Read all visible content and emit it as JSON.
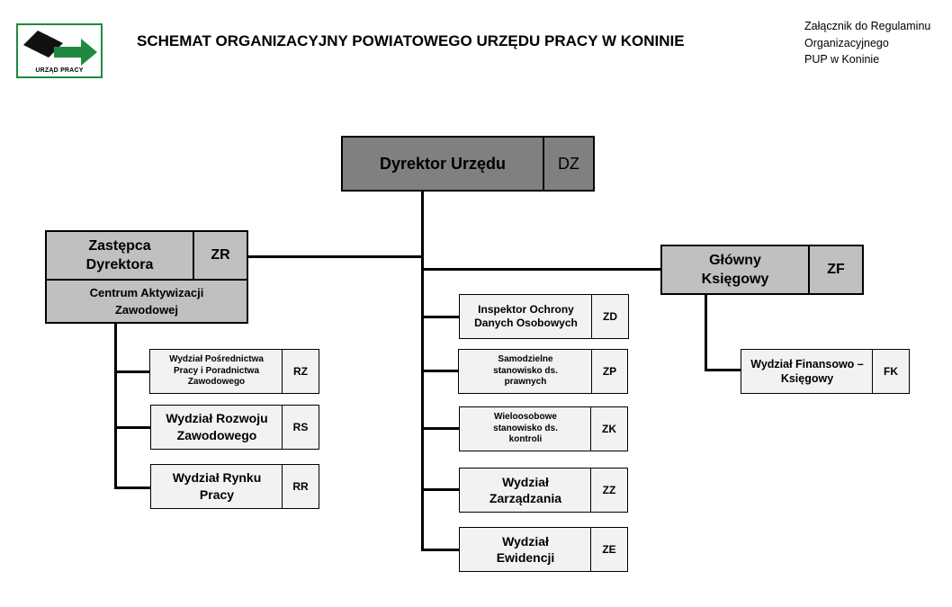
{
  "header": {
    "title": "SCHEMAT ORGANIZACYJNY POWIATOWEGO URZĘDU PRACY W KONINIE",
    "annex": [
      "Załącznik do Regulaminu",
      "Organizacyjnego",
      "PUP w Koninie"
    ],
    "logo_text": "URZĄD PRACY"
  },
  "colors": {
    "logo_green": "#1f8a3f",
    "dark_box": "#808080",
    "mid_box": "#c0c0c0",
    "light_box": "#f2f2f2"
  },
  "org": {
    "director": {
      "name": "Dyrektor Urzędu",
      "code": "DZ"
    },
    "deputy": {
      "name": "Zastępca Dyrektora",
      "code": "ZR",
      "center": "Centrum Aktywizacji Zawodowej"
    },
    "accountant": {
      "name": "Główny Księgowy",
      "code": "ZF"
    },
    "deputy_units": [
      {
        "name": "Wydział Pośrednictwa Pracy i Poradnictwa Zawodowego",
        "code": "RZ"
      },
      {
        "name": "Wydział Rozwoju Zawodowego",
        "code": "RS"
      },
      {
        "name": "Wydział Rynku Pracy",
        "code": "RR"
      }
    ],
    "director_units": [
      {
        "name": "Inspektor Ochrony Danych Osobowych",
        "code": "ZD"
      },
      {
        "name": "Samodzielne stanowisko ds. prawnych",
        "code": "ZP"
      },
      {
        "name": "Wieloosobowe stanowisko ds. kontroli",
        "code": "ZK"
      },
      {
        "name": "Wydział Zarządzania",
        "code": "ZZ"
      },
      {
        "name": "Wydział Ewidencji",
        "code": "ZE"
      }
    ],
    "accountant_units": [
      {
        "name": "Wydział Finansowo – Księgowy",
        "code": "FK"
      }
    ]
  }
}
